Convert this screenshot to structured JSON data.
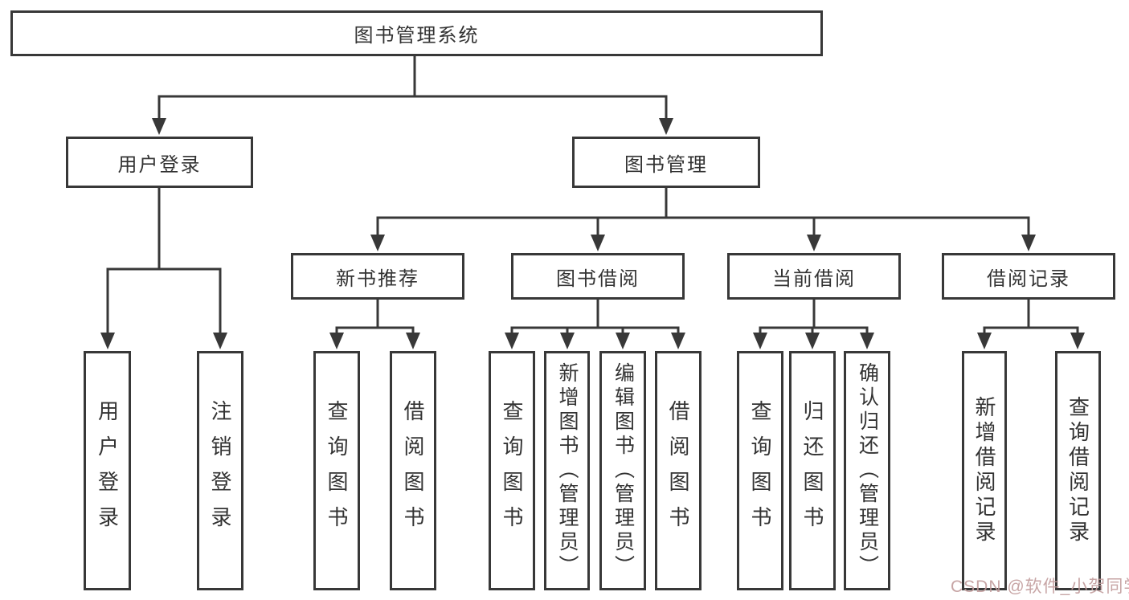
{
  "tree": {
    "root": {
      "label": "图书管理系统"
    },
    "children": [
      {
        "label": "用户登录",
        "children": [
          {
            "label": "用户登录"
          },
          {
            "label": "注销登录"
          }
        ]
      },
      {
        "label": "图书管理",
        "children": [
          {
            "label": "新书推荐",
            "children": [
              {
                "label": "查询图书"
              },
              {
                "label": "借阅图书"
              }
            ]
          },
          {
            "label": "图书借阅",
            "children": [
              {
                "label": "查询图书"
              },
              {
                "label": "新增图书（管理员）"
              },
              {
                "label": "编辑图书（管理员）"
              },
              {
                "label": "借阅图书"
              }
            ]
          },
          {
            "label": "当前借阅",
            "children": [
              {
                "label": "查询图书"
              },
              {
                "label": "归还图书"
              },
              {
                "label": "确认归还（管理员）"
              }
            ]
          },
          {
            "label": "借阅记录",
            "children": [
              {
                "label": "新增借阅记录"
              },
              {
                "label": "查询借阅记录"
              }
            ]
          }
        ]
      }
    ]
  },
  "watermark": {
    "text": "CSDN @软件_小贺同学"
  },
  "colors": {
    "line": "#383838",
    "box_background": "#ffffff",
    "text": "#333333",
    "watermark": "#c19b9b"
  }
}
